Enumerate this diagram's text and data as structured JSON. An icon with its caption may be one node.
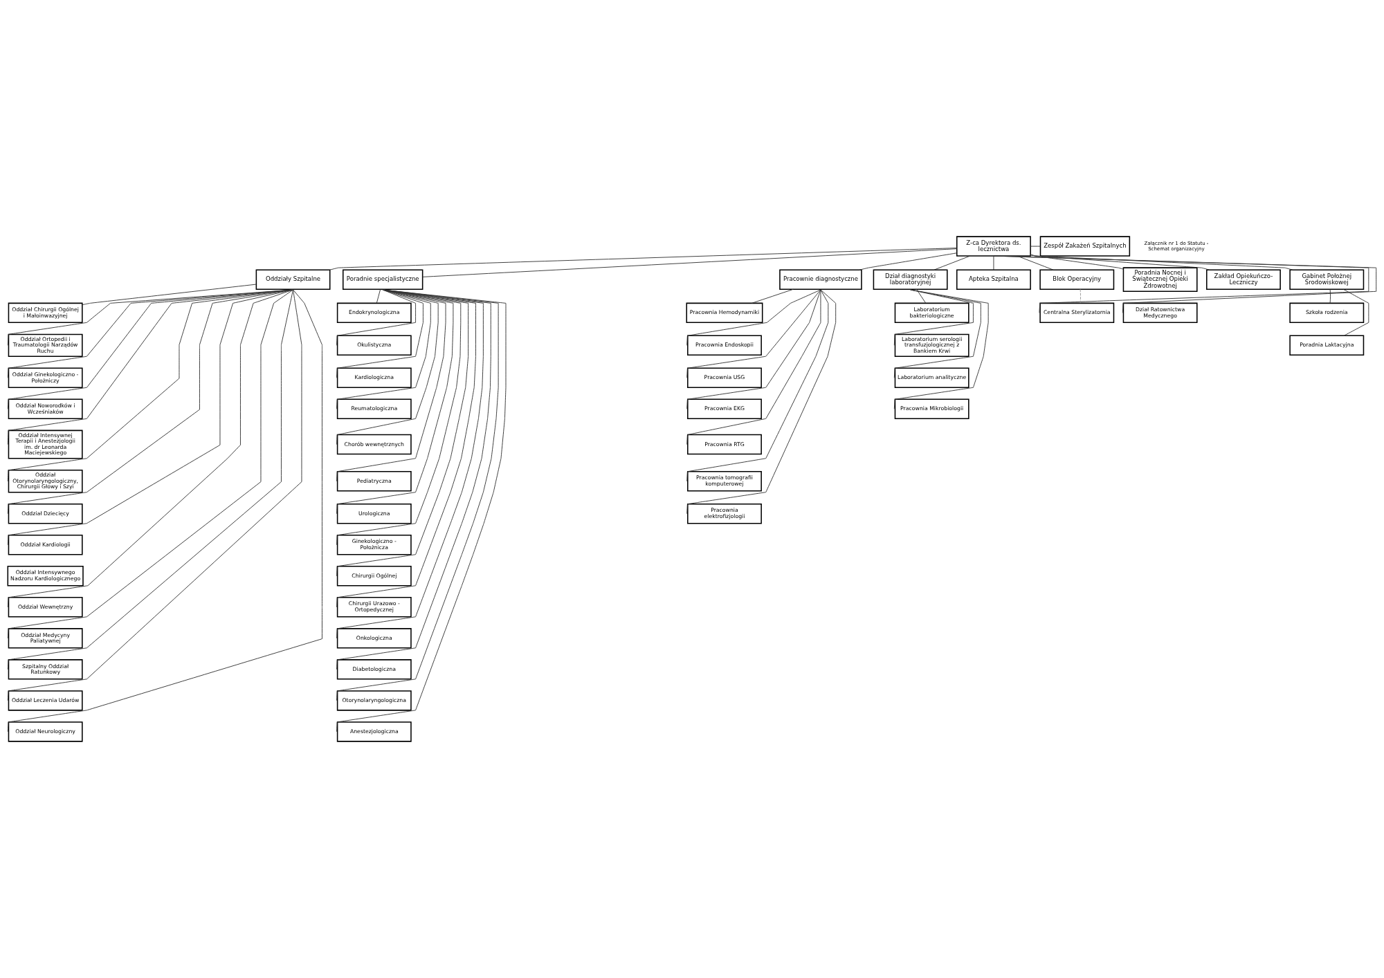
{
  "diagram": {
    "nodes": [
      {
        "text": [
          "Z-ca Dyrektora ds. lecznictwa"
        ]
      },
      {
        "text": [
          "Zespół Zakażeń Szpitalnych"
        ]
      },
      {
        "text": [
          "Oddziały Szpitalne"
        ]
      },
      {
        "text": [
          "Poradnie specjalistyczne"
        ]
      },
      {
        "text": [
          "Pracownie diagnostyczne"
        ]
      },
      {
        "text": [
          "Dział diagnostyki laboratoryjnej"
        ]
      },
      {
        "text": [
          "Apteka Szpitalna"
        ]
      },
      {
        "text": [
          "Blok Operacyjny"
        ]
      },
      {
        "text": [
          "Poradnia Nocnej i Świątecznej Opieki Zdrowotnej"
        ]
      },
      {
        "text": [
          "Zakład Opiekuńczo-Leczniczy"
        ]
      },
      {
        "text": [
          "Gabinet Położnej Środowiskowej"
        ]
      },
      {
        "text": [
          "Centralna Sterylizatornia"
        ]
      },
      {
        "text": [
          "Dział Ratownictwa Medycznego"
        ]
      },
      {
        "text": [
          "Szkoła rodzenia"
        ]
      },
      {
        "text": [
          "Poradnia Laktacyjna"
        ]
      },
      {
        "text": [
          "Oddział Chirurgii Ogólnej i Małoinwazyjnej"
        ]
      },
      {
        "text": [
          "Oddział Ortopedii i Traumatologii Narządów Ruchu"
        ]
      },
      {
        "text": [
          "Oddział Ginekologiczno - Położniczy"
        ]
      },
      {
        "text": [
          "Oddział Noworodków i Wcześniaków"
        ]
      },
      {
        "text": [
          "Oddział Intensywnej Terapii i Anestezjologii im. dr Leonarda Maciejewskiego"
        ]
      },
      {
        "text": [
          "Oddział Otorynolaryngologiczny, Chirurgii Głowy i Szyi"
        ]
      },
      {
        "text": [
          "Oddział Dziecięcy"
        ]
      },
      {
        "text": [
          "Oddział Kardiologii"
        ]
      },
      {
        "text": [
          "Oddział Intensywnego Nadzoru Kardiologicznego"
        ]
      },
      {
        "text": [
          "Oddział Wewnętrzny"
        ]
      },
      {
        "text": [
          "Oddział Medycyny Paliatywnej"
        ]
      },
      {
        "text": [
          "Szpitalny Oddział Ratunkowy"
        ]
      },
      {
        "text": [
          "Oddział Leczenia Udarów"
        ]
      },
      {
        "text": [
          "Oddział Neurologiczny"
        ]
      },
      {
        "text": [
          "Endokrynologiczna"
        ]
      },
      {
        "text": [
          "Okulistyczna"
        ]
      },
      {
        "text": [
          "Kardiologiczna"
        ]
      },
      {
        "text": [
          "Reumatologiczna"
        ]
      },
      {
        "text": [
          "Chorób wewnętrznych"
        ]
      },
      {
        "text": [
          "Pediatryczna"
        ]
      },
      {
        "text": [
          "Urologiczna"
        ]
      },
      {
        "text": [
          "Ginekologiczno - Położnicza"
        ]
      },
      {
        "text": [
          "Chirurgii Ogólnej"
        ]
      },
      {
        "text": [
          "Chirurgii Urazowo - Ortopedycznej"
        ]
      },
      {
        "text": [
          "Onkologiczna"
        ]
      },
      {
        "text": [
          "Diabetologiczna"
        ]
      },
      {
        "text": [
          "Otorynolaryngologiczna"
        ]
      },
      {
        "text": [
          "Anestezjologiczna"
        ]
      },
      {
        "text": [
          "Pracownia Hemodynamiki"
        ]
      },
      {
        "text": [
          "Pracownia Endoskopii"
        ]
      },
      {
        "text": [
          "Pracownia USG"
        ]
      },
      {
        "text": [
          "Pracownia EKG"
        ]
      },
      {
        "text": [
          "Pracownia RTG"
        ]
      },
      {
        "text": [
          "Pracownia tomografii komputerowej"
        ]
      },
      {
        "text": [
          "Pracownia elektrofizjologii"
        ]
      },
      {
        "text": [
          "Laboratorium bakteriologiczne"
        ]
      },
      {
        "text": [
          "Laboratorium serologii transfuzjologicznej z Bankiem Krwi"
        ]
      },
      {
        "text": [
          "Laboratorium analityczne"
        ]
      },
      {
        "text": [
          "Pracownia Mikrobiologii"
        ]
      }
    ],
    "edges": [
      {
        "from": 0,
        "to": 1,
        "arrow": "none"
      },
      {
        "from": 0,
        "to": 2,
        "arrow": "none"
      },
      {
        "from": 0,
        "to": 3,
        "arrow": "none"
      },
      {
        "from": 0,
        "to": 4,
        "arrow": "none"
      },
      {
        "from": 0,
        "to": 5,
        "arrow": "none"
      },
      {
        "from": 0,
        "to": 6,
        "arrow": "none"
      },
      {
        "from": 0,
        "to": 7,
        "arrow": "none"
      },
      {
        "from": 0,
        "to": 8,
        "arrow": "none"
      },
      {
        "from": 0,
        "to": 9,
        "arrow": "none"
      },
      {
        "from": 0,
        "to": 10,
        "arrow": "none"
      },
      {
        "from": 0,
        "to": 11,
        "arrow": "none"
      },
      {
        "from": 7,
        "to": 11,
        "arrow": "none",
        "style": "dashed",
        "color": "#999999"
      },
      {
        "from": 0,
        "to": 12,
        "arrow": "none"
      },
      {
        "from": 10,
        "to": 13,
        "arrow": "none"
      },
      {
        "from": 10,
        "to": 14,
        "arrow": "none"
      },
      {
        "from": 2,
        "to": 15,
        "arrow": "none"
      },
      {
        "from": 2,
        "to": 16,
        "arrow": "none"
      },
      {
        "from": 2,
        "to": 17,
        "arrow": "none"
      },
      {
        "from": 2,
        "to": 18,
        "arrow": "none"
      },
      {
        "from": 2,
        "to": 19,
        "arrow": "none"
      },
      {
        "from": 2,
        "to": 20,
        "arrow": "none"
      },
      {
        "from": 2,
        "to": 21,
        "arrow": "none"
      },
      {
        "from": 2,
        "to": 22,
        "arrow": "none"
      },
      {
        "from": 2,
        "to": 24,
        "arrow": "none"
      },
      {
        "from": 2,
        "to": 25,
        "arrow": "none"
      },
      {
        "from": 2,
        "to": 26,
        "arrow": "none"
      },
      {
        "from": 2,
        "to": 27,
        "arrow": "none"
      },
      {
        "from": 2,
        "to": 28,
        "arrow": "none"
      },
      {
        "from": 3,
        "to": 29,
        "arrow": "none"
      },
      {
        "from": 3,
        "to": 30,
        "arrow": "none"
      },
      {
        "from": 3,
        "to": 31,
        "arrow": "none"
      },
      {
        "from": 3,
        "to": 32,
        "arrow": "none"
      },
      {
        "from": 3,
        "to": 33,
        "arrow": "none"
      },
      {
        "from": 3,
        "to": 34,
        "arrow": "none"
      },
      {
        "from": 3,
        "to": 35,
        "arrow": "none"
      },
      {
        "from": 3,
        "to": 36,
        "arrow": "none"
      },
      {
        "from": 3,
        "to": 37,
        "arrow": "none"
      },
      {
        "from": 3,
        "to": 38,
        "arrow": "none"
      },
      {
        "from": 3,
        "to": 39,
        "arrow": "none"
      },
      {
        "from": 3,
        "to": 40,
        "arrow": "none"
      },
      {
        "from": 3,
        "to": 41,
        "arrow": "none"
      },
      {
        "from": 3,
        "to": 42,
        "arrow": "none"
      },
      {
        "from": 4,
        "to": 43,
        "arrow": "none"
      },
      {
        "from": 4,
        "to": 44,
        "arrow": "none"
      },
      {
        "from": 4,
        "to": 45,
        "arrow": "none"
      },
      {
        "from": 4,
        "to": 46,
        "arrow": "none"
      },
      {
        "from": 4,
        "to": 47,
        "arrow": "none"
      },
      {
        "from": 4,
        "to": 48,
        "arrow": "none"
      },
      {
        "from": 4,
        "to": 49,
        "arrow": "none"
      },
      {
        "from": 5,
        "to": 50,
        "arrow": "none"
      },
      {
        "from": 5,
        "to": 51,
        "arrow": "none"
      },
      {
        "from": 5,
        "to": 52,
        "arrow": "none"
      },
      {
        "from": 5,
        "to": 53,
        "arrow": "none"
      }
    ],
    "labels": [
      "Załącznik nr 1 do Statutu - Schemat organizacyjny"
    ]
  }
}
